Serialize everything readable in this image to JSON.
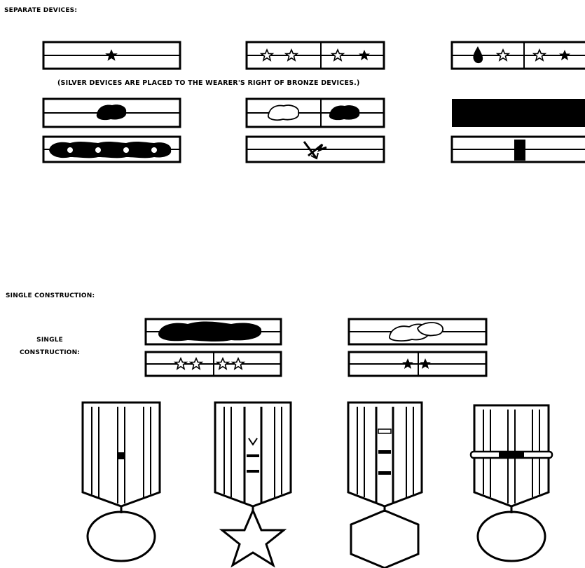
{
  "sections": {
    "separate_heading": "SEPARATE DEVICES:",
    "note": "(SILVER DEVICES ARE PLACED TO THE WEARER'S RIGHT OF BRONZE DEVICES.)",
    "single_heading": "SINGLE CONSTRUCTION:",
    "single_label_line1": "SINGLE",
    "single_label_line2": "CONSTRUCTION:"
  },
  "colors": {
    "ink": "#000000",
    "paper": "#ffffff"
  }
}
